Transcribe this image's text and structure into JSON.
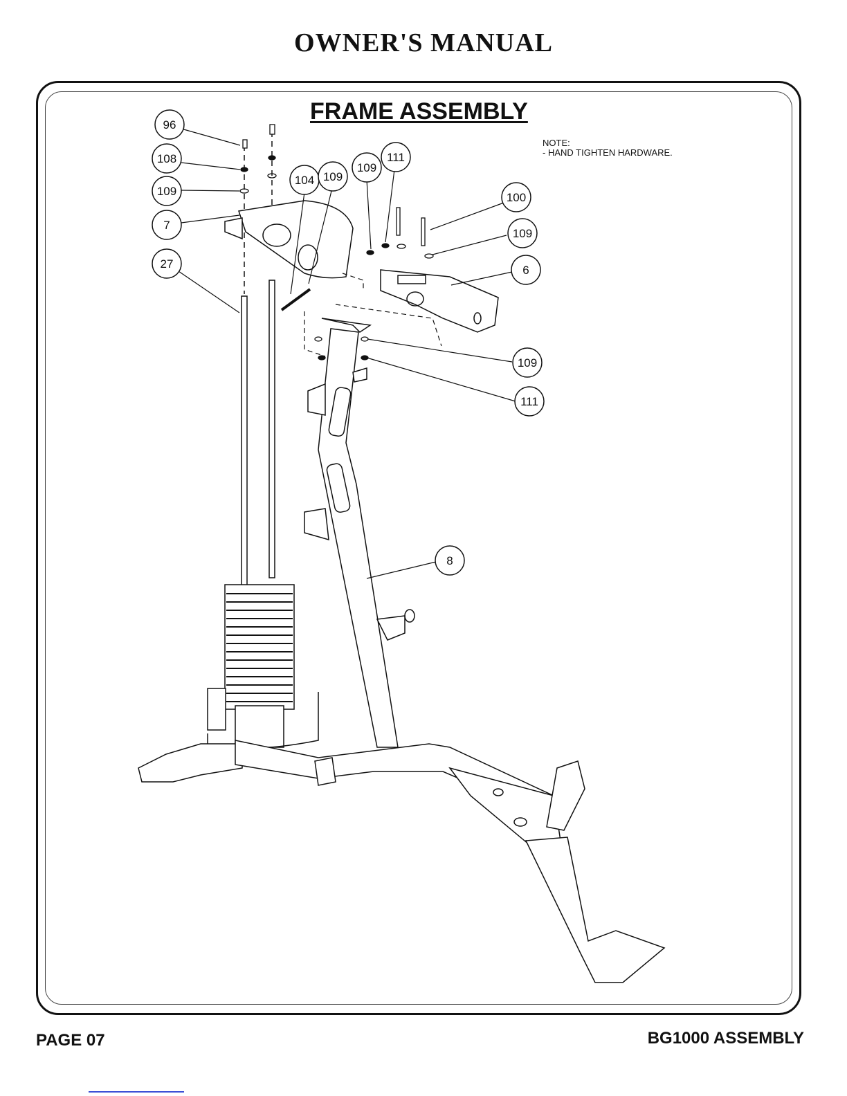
{
  "header": {
    "title": "OWNER'S MANUAL"
  },
  "diagram": {
    "title": "FRAME ASSEMBLY",
    "note_label": "NOTE:",
    "note_text": "-  HAND TIGHTEN HARDWARE.",
    "callouts": [
      "96",
      "108",
      "109",
      "7",
      "27",
      "104",
      "109",
      "109",
      "111",
      "100",
      "109",
      "6",
      "109",
      "111",
      "8"
    ]
  },
  "footer": {
    "page": "PAGE 07",
    "section": "BG1000 ASSEMBLY"
  }
}
